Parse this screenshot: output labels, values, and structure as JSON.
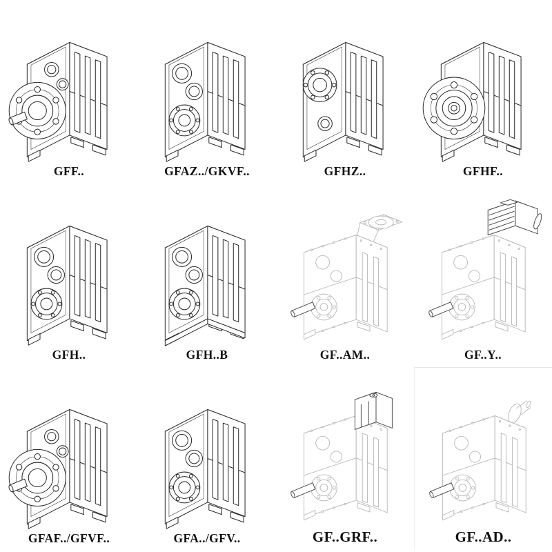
{
  "page": {
    "background": "#ffffff"
  },
  "colors": {
    "ink": "#2b2b2b",
    "ghost": "#b6b6b6",
    "accent_dark": "#4a4a4a",
    "label": "#111111",
    "page_bg": "#ffffff"
  },
  "catalog": {
    "rows": 3,
    "cols": 4,
    "items": [
      {
        "label": "GFF..",
        "variant": "flange-mounted-with-solid-shaft"
      },
      {
        "label": "GFAZ../GKVF..",
        "variant": "hollow-shaft"
      },
      {
        "label": "GFHZ..",
        "variant": "hollow-shaft-shrink-disc"
      },
      {
        "label": "GFHF..",
        "variant": "flange-mounted-hollow"
      },
      {
        "label": "GFH..",
        "variant": "hollow-shaft"
      },
      {
        "label": "GFH..B",
        "variant": "hollow-shaft-foot-mounted"
      },
      {
        "label": "GF..AM..",
        "variant": "motor-adapter-flange"
      },
      {
        "label": "GF..Y..",
        "variant": "with-mounted-motor"
      },
      {
        "label": "GFAF../GFVF..",
        "variant": "flange-mounted-with-solid-shaft"
      },
      {
        "label": "GFA../GFV..",
        "variant": "hollow-shaft"
      },
      {
        "label": "GF..GRF..",
        "variant": "with-primary-gear-unit"
      },
      {
        "label": "GF..AD..",
        "variant": "input-shaft-adapter"
      }
    ]
  }
}
